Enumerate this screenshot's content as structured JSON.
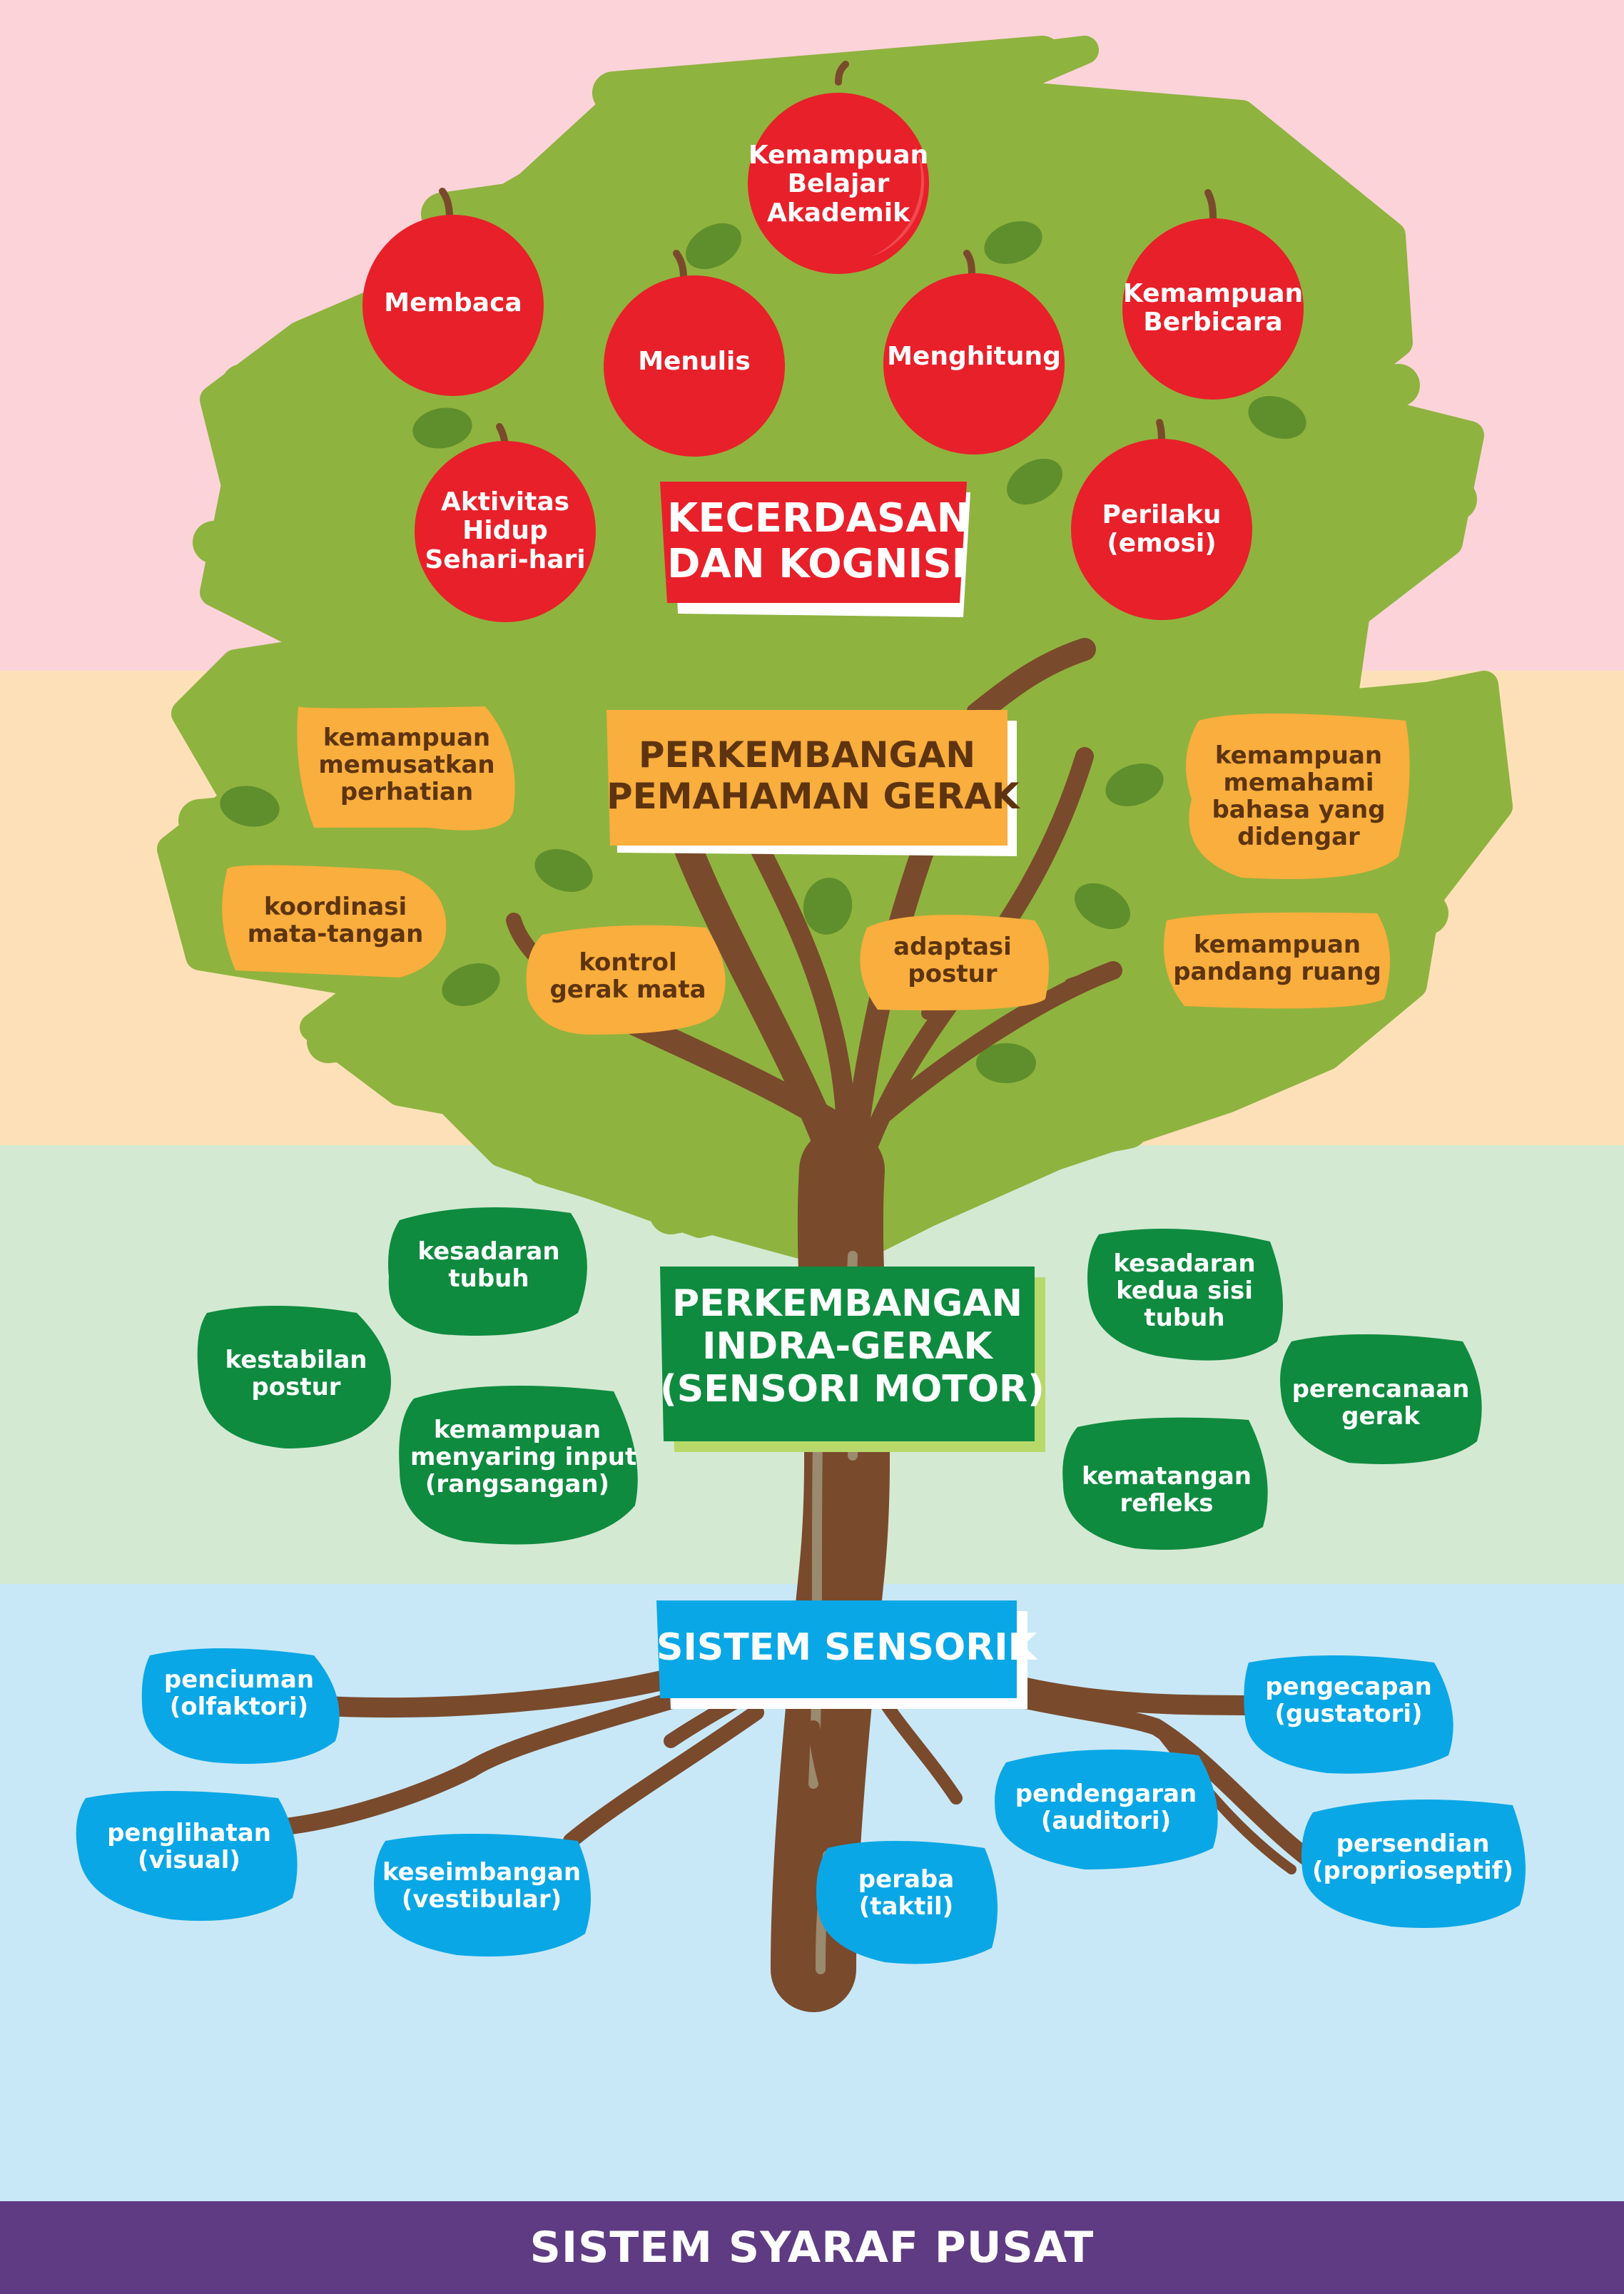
{
  "colors": {
    "band_cognition": "#fbd3d9",
    "band_perception": "#fde0b8",
    "band_sensorimotor": "#d4e9d2",
    "band_sensory": "#c8e8f8",
    "foliage": "#8fb33f",
    "trunk": "#7a4a2c",
    "apple": "#e8202a",
    "orange_bubble": "#f9ae3d",
    "green_bubble": "#0e8b3f",
    "blue_bubble": "#0aa7e6",
    "footer": "#5e3b82"
  },
  "levels": {
    "cognition": {
      "title_line1": "KECERDASAN",
      "title_line2": "DAN KOGNISI"
    },
    "perception": {
      "title_line1": "PERKEMBANGAN",
      "title_line2": "PEMAHAMAN GERAK"
    },
    "sensorimotor": {
      "title_line1": "PERKEMBANGAN",
      "title_line2": "INDRA-GERAK",
      "title_line3": "(SENSORI MOTOR)"
    },
    "sensory": {
      "title": "SISTEM SENSORIK"
    }
  },
  "apples": [
    {
      "lines": [
        "Kemampuan",
        "Belajar",
        "Akademik"
      ]
    },
    {
      "lines": [
        "Membaca"
      ]
    },
    {
      "lines": [
        "Menulis"
      ]
    },
    {
      "lines": [
        "Menghitung"
      ]
    },
    {
      "lines": [
        "Kemampuan",
        "Berbicara"
      ]
    },
    {
      "lines": [
        "Aktivitas",
        "Hidup",
        "Sehari-hari"
      ]
    },
    {
      "lines": [
        "Perilaku",
        "(emosi)"
      ]
    }
  ],
  "perception_items": [
    {
      "lines": [
        "kemampuan",
        "memusatkan",
        "perhatian"
      ]
    },
    {
      "lines": [
        "koordinasi",
        "mata-tangan"
      ]
    },
    {
      "lines": [
        "kontrol",
        "gerak mata"
      ]
    },
    {
      "lines": [
        "adaptasi",
        "postur"
      ]
    },
    {
      "lines": [
        "kemampuan",
        "memahami",
        "bahasa yang",
        "didengar"
      ]
    },
    {
      "lines": [
        "kemampuan",
        "pandang ruang"
      ]
    }
  ],
  "sensorimotor_items": [
    {
      "lines": [
        "kesadaran",
        "tubuh"
      ]
    },
    {
      "lines": [
        "kestabilan",
        "postur"
      ]
    },
    {
      "lines": [
        "kemampuan",
        "menyaring input",
        "(rangsangan)"
      ]
    },
    {
      "lines": [
        "kesadaran",
        "kedua sisi",
        "tubuh"
      ]
    },
    {
      "lines": [
        "perencanaan",
        "gerak"
      ]
    },
    {
      "lines": [
        "kematangan",
        "refleks"
      ]
    }
  ],
  "sensory_items": [
    {
      "lines": [
        "penciuman",
        "(olfaktori)"
      ]
    },
    {
      "lines": [
        "penglihatan",
        "(visual)"
      ]
    },
    {
      "lines": [
        "keseimbangan",
        "(vestibular)"
      ]
    },
    {
      "lines": [
        "peraba",
        "(taktil)"
      ]
    },
    {
      "lines": [
        "pendengaran",
        "(auditori)"
      ]
    },
    {
      "lines": [
        "pengecapan",
        "(gustatori)"
      ]
    },
    {
      "lines": [
        "persendian",
        "(proprioseptif)"
      ]
    }
  ],
  "footer": {
    "title": "SISTEM SYARAF PUSAT"
  }
}
